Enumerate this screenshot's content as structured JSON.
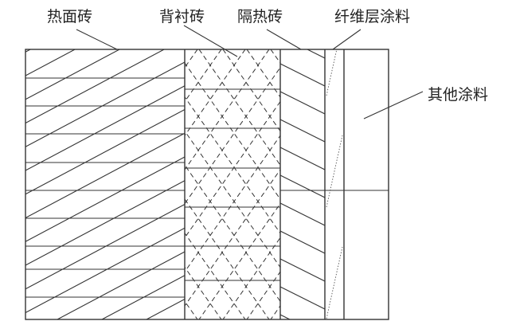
{
  "labels": {
    "hot_face_brick": "热面砖",
    "backing_brick": "背衬砖",
    "insulating_brick": "隔热砖",
    "fiber_layer_coating": "纤维层涂料",
    "other_coating": "其他涂料"
  },
  "layers": [
    "hot_face_brick",
    "backing_brick",
    "insulating_brick",
    "fiber_layer_coating",
    "other_coating"
  ]
}
